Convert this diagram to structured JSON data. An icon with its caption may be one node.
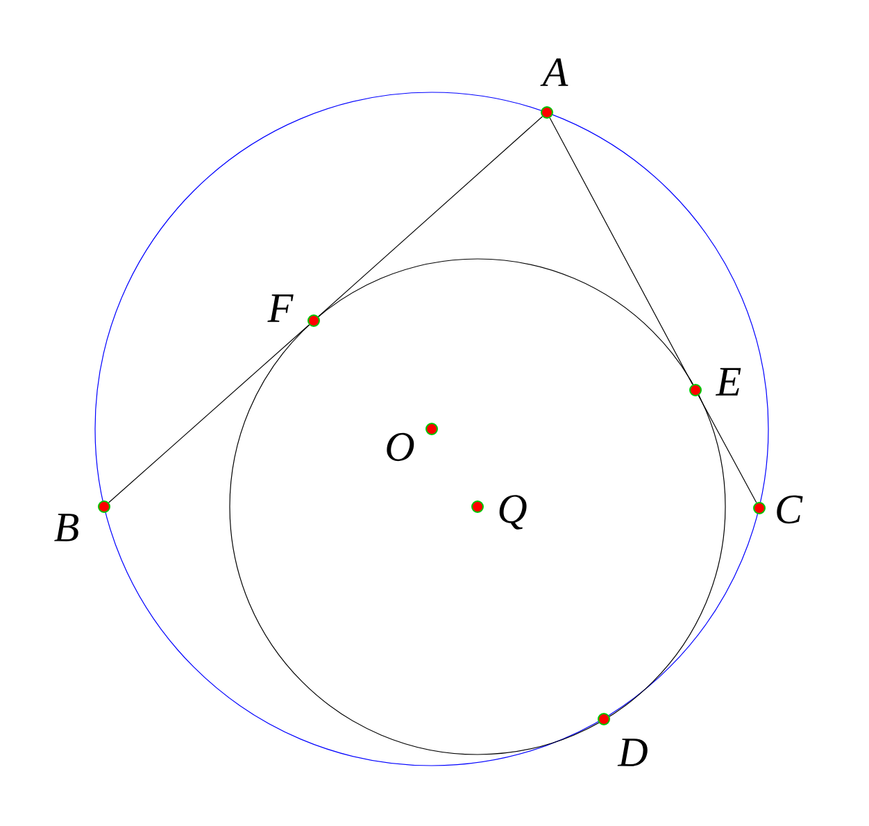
{
  "diagram": {
    "nodes": [
      {
        "text": [],
        "shape": "circle",
        "beside": [
          "A"
        ]
      },
      {
        "text": [],
        "shape": "circle",
        "beside": [
          "F"
        ]
      },
      {
        "text": [],
        "shape": "circle",
        "beside": [
          "B"
        ]
      },
      {
        "text": [],
        "shape": "circle",
        "beside": [
          "E"
        ]
      },
      {
        "text": [],
        "shape": "circle",
        "beside": [
          "C"
        ]
      },
      {
        "text": [],
        "shape": "circle",
        "beside": [
          "O"
        ]
      },
      {
        "text": [],
        "shape": "circle",
        "beside": [
          "Q"
        ]
      },
      {
        "text": [],
        "shape": "circle",
        "beside": [
          "D"
        ]
      }
    ],
    "edges": [
      {
        "from": 0,
        "to": 1,
        "arrow": "none"
      },
      {
        "from": 1,
        "to": 2,
        "arrow": "none"
      },
      {
        "from": 0,
        "to": 3,
        "arrow": "none"
      },
      {
        "from": 3,
        "to": 4,
        "arrow": "none"
      }
    ]
  }
}
